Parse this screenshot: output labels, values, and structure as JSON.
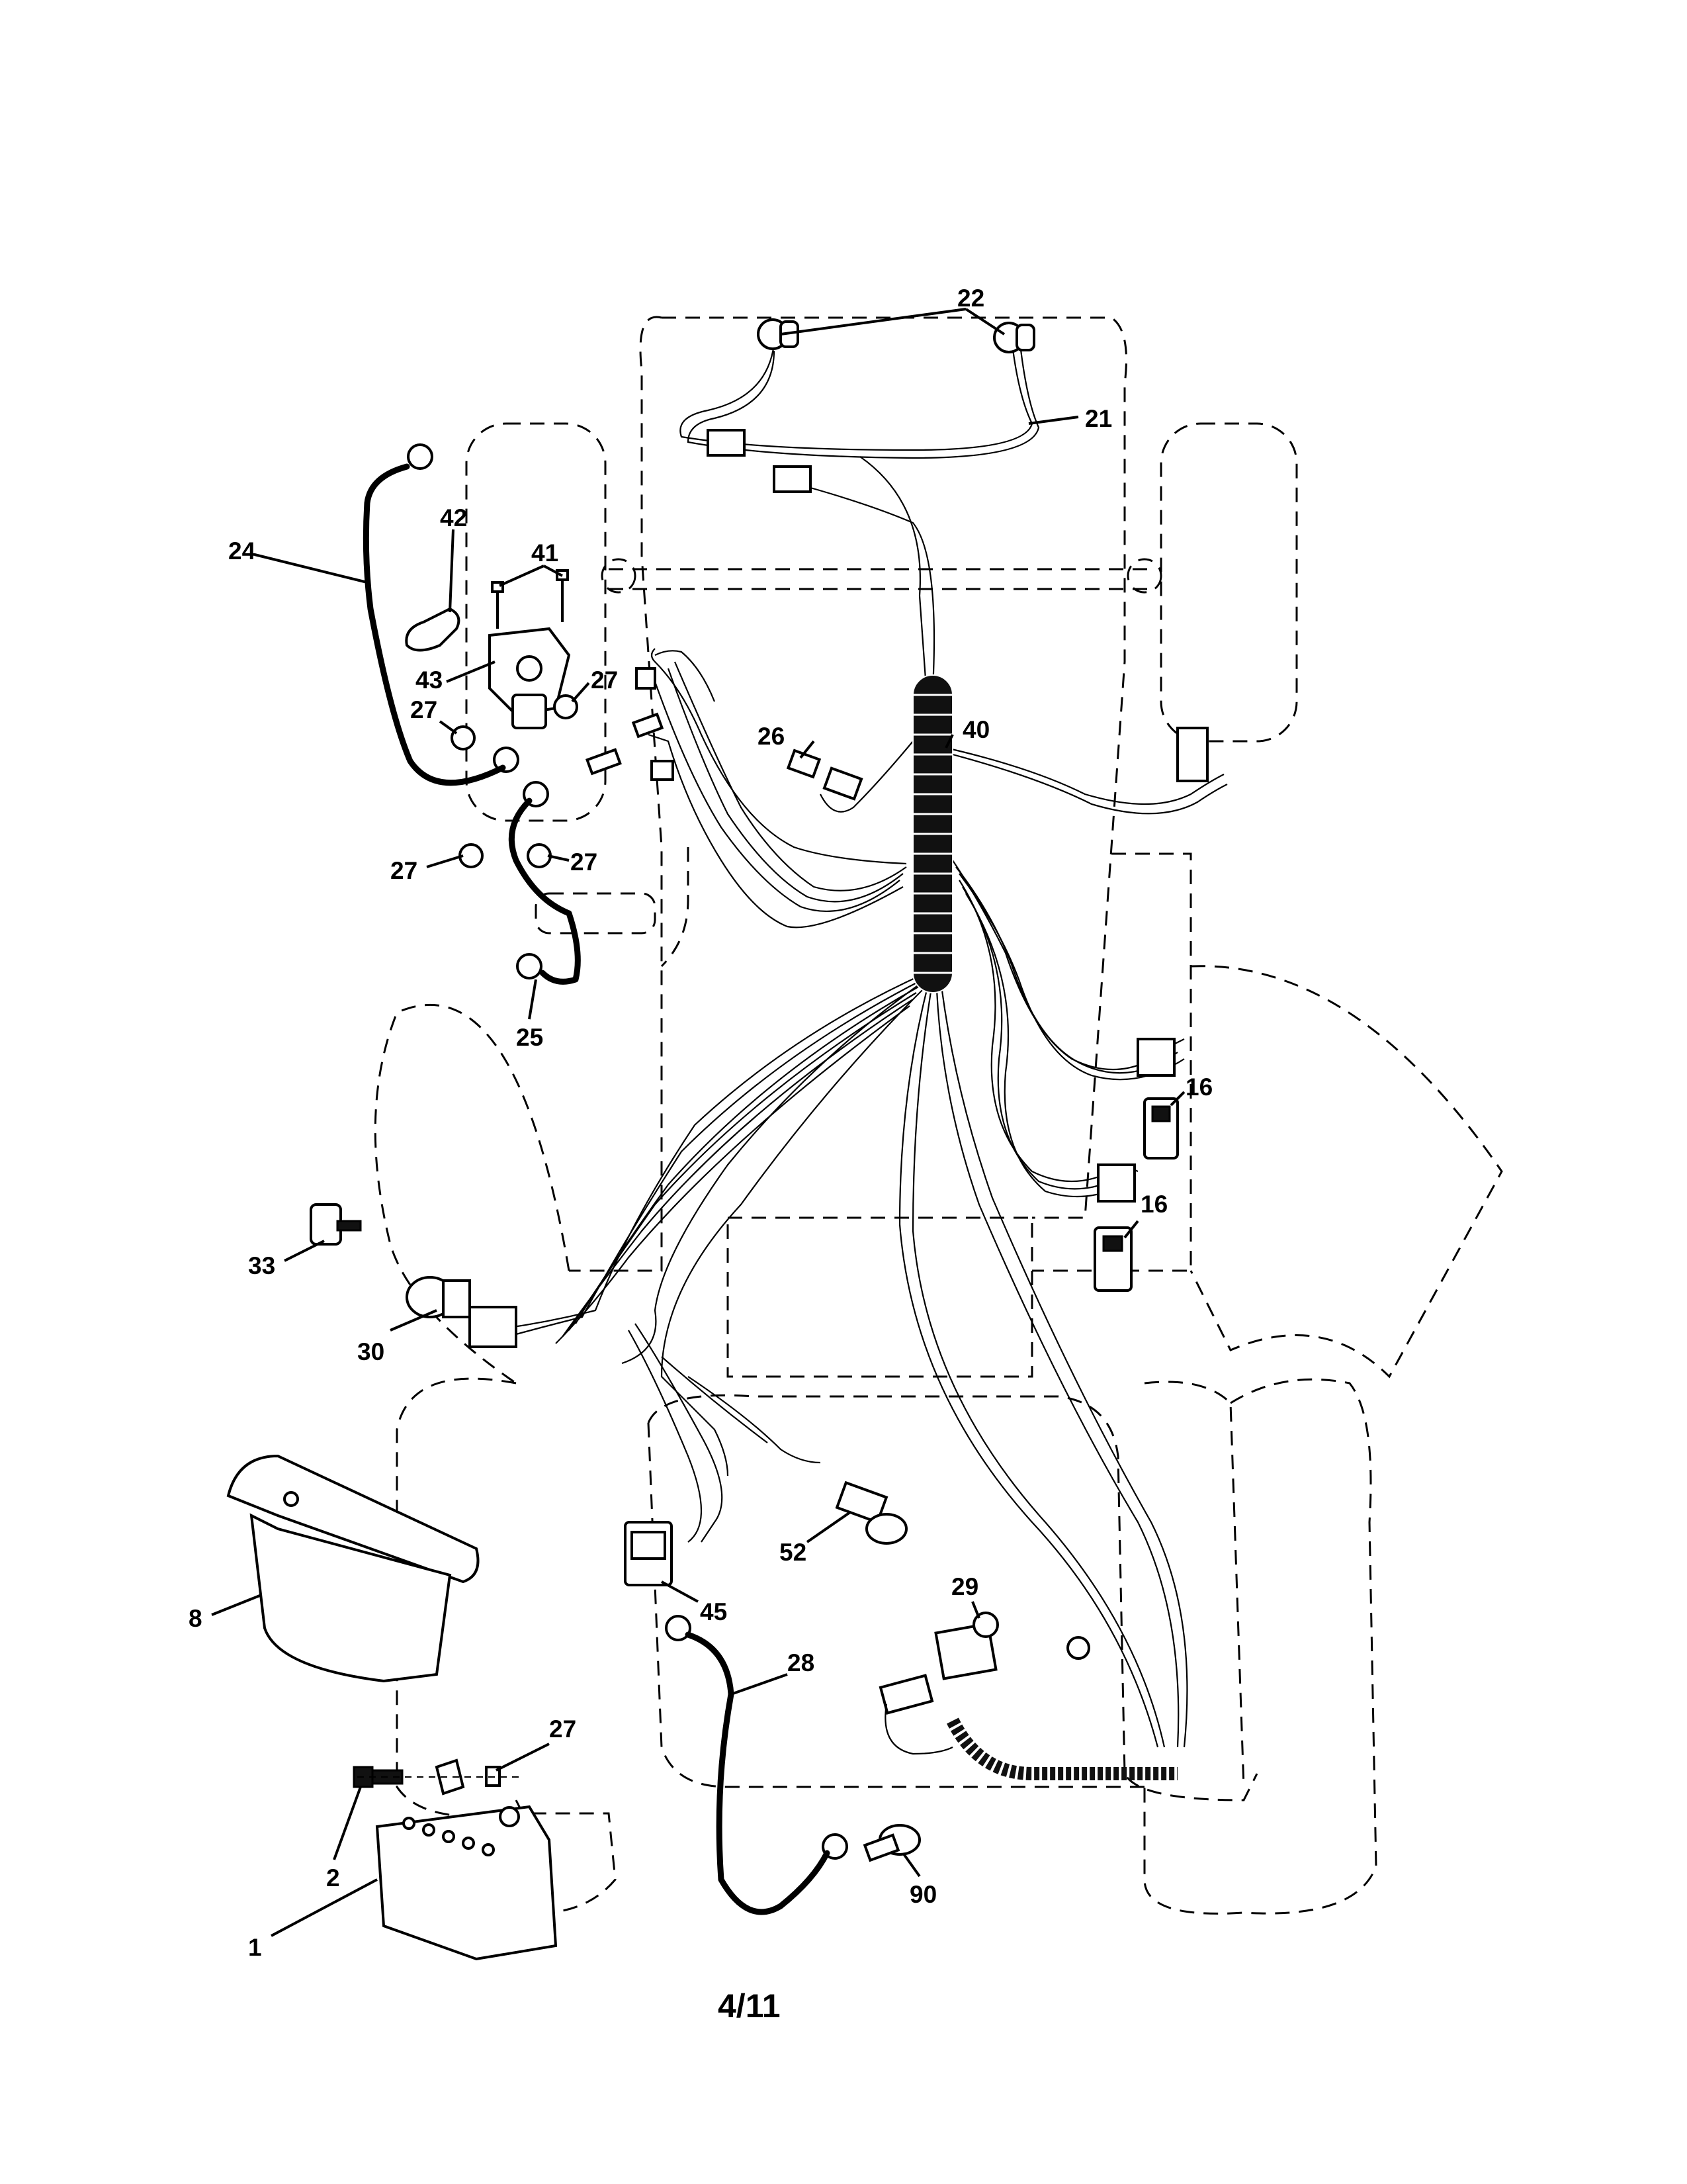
{
  "callouts": {
    "c22": "22",
    "c21": "21",
    "c24": "24",
    "c42": "42",
    "c41": "41",
    "c43": "43",
    "c27a": "27",
    "c27b": "27",
    "c27c": "27",
    "c27d": "27",
    "c27e": "27",
    "c26": "26",
    "c40": "40",
    "c25": "25",
    "c16a": "16",
    "c16b": "16",
    "c33": "33",
    "c30": "30",
    "c8": "8",
    "c45": "45",
    "c52": "52",
    "c29": "29",
    "c28": "28",
    "c2": "2",
    "c1": "1",
    "c90": "90"
  },
  "page_label": "4/11"
}
